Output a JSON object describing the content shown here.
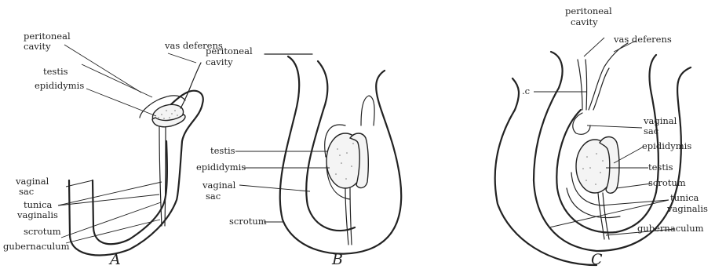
{
  "panels": {
    "a": {
      "letter": "A",
      "labels": {
        "vas_deferens": "vas deferens",
        "peritoneal_1": "peritoneal",
        "peritoneal_2": "cavity",
        "testis": "testis",
        "epididymis": "epididymis",
        "vaginal_sac_1": "vaginal",
        "vaginal_sac_2": "sac",
        "tunica_1": "tunica",
        "tunica_2": "vaginalis",
        "scrotum": "scrotum",
        "gubernaculum": "gubernaculum"
      }
    },
    "b": {
      "letter": "B",
      "labels": {
        "peritoneal_1": "peritoneal",
        "peritoneal_2": "cavity",
        "testis": "testis",
        "epididymis": "epididymis",
        "vaginal_sac_1": "vaginal",
        "vaginal_sac_2": "sac",
        "scrotum": "scrotum"
      }
    },
    "c": {
      "letter": "C",
      "labels": {
        "peritoneal_1": "peritoneal",
        "peritoneal_2": "cavity",
        "vas_deferens": "vas deferens",
        "c_marker": ".c",
        "vaginal_sac_1": "vaginal",
        "vaginal_sac_2": "sac",
        "epididymis": "epididymis",
        "testis": "testis",
        "scrotum": "scrotum",
        "tunica_1": "tunica",
        "tunica_2": "vaginalis",
        "gubernaculum": "gubernaculum"
      }
    }
  }
}
